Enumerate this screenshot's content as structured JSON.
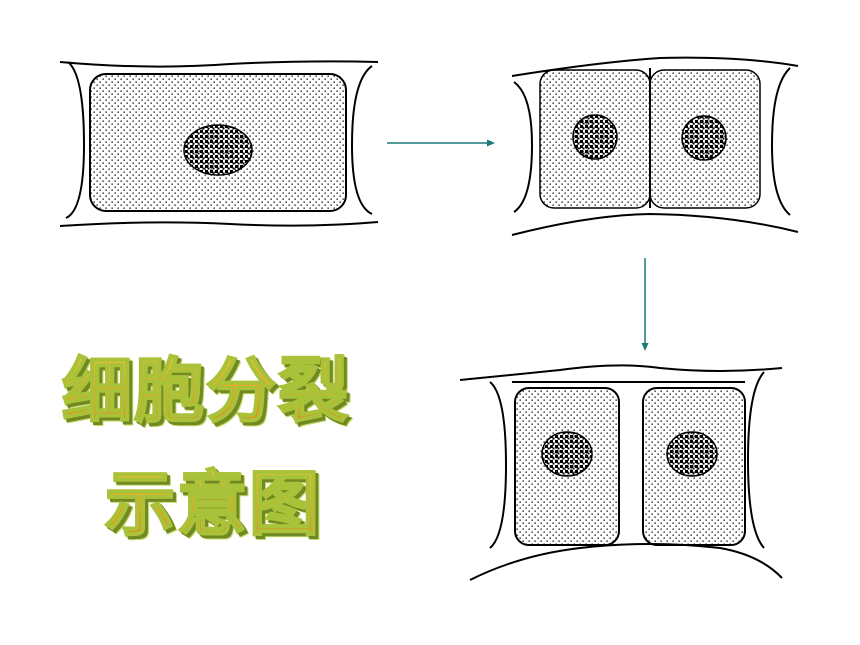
{
  "title": {
    "line1": "细胞分裂",
    "line2": "示意图"
  },
  "colors": {
    "outline": "#000000",
    "arrow": "#1a7a7a",
    "title_fill_top": "#ffd84a",
    "title_fill_bottom": "#e07c10",
    "title_outline": "#a8c23a",
    "title_shadow": "#6f8a22"
  },
  "stages": [
    {
      "id": "stage-1",
      "nuclei": 1,
      "description_shown": false
    },
    {
      "id": "stage-2",
      "nuclei": 2,
      "description_shown": false
    },
    {
      "id": "stage-3",
      "nuclei": 2,
      "description_shown": false
    }
  ]
}
